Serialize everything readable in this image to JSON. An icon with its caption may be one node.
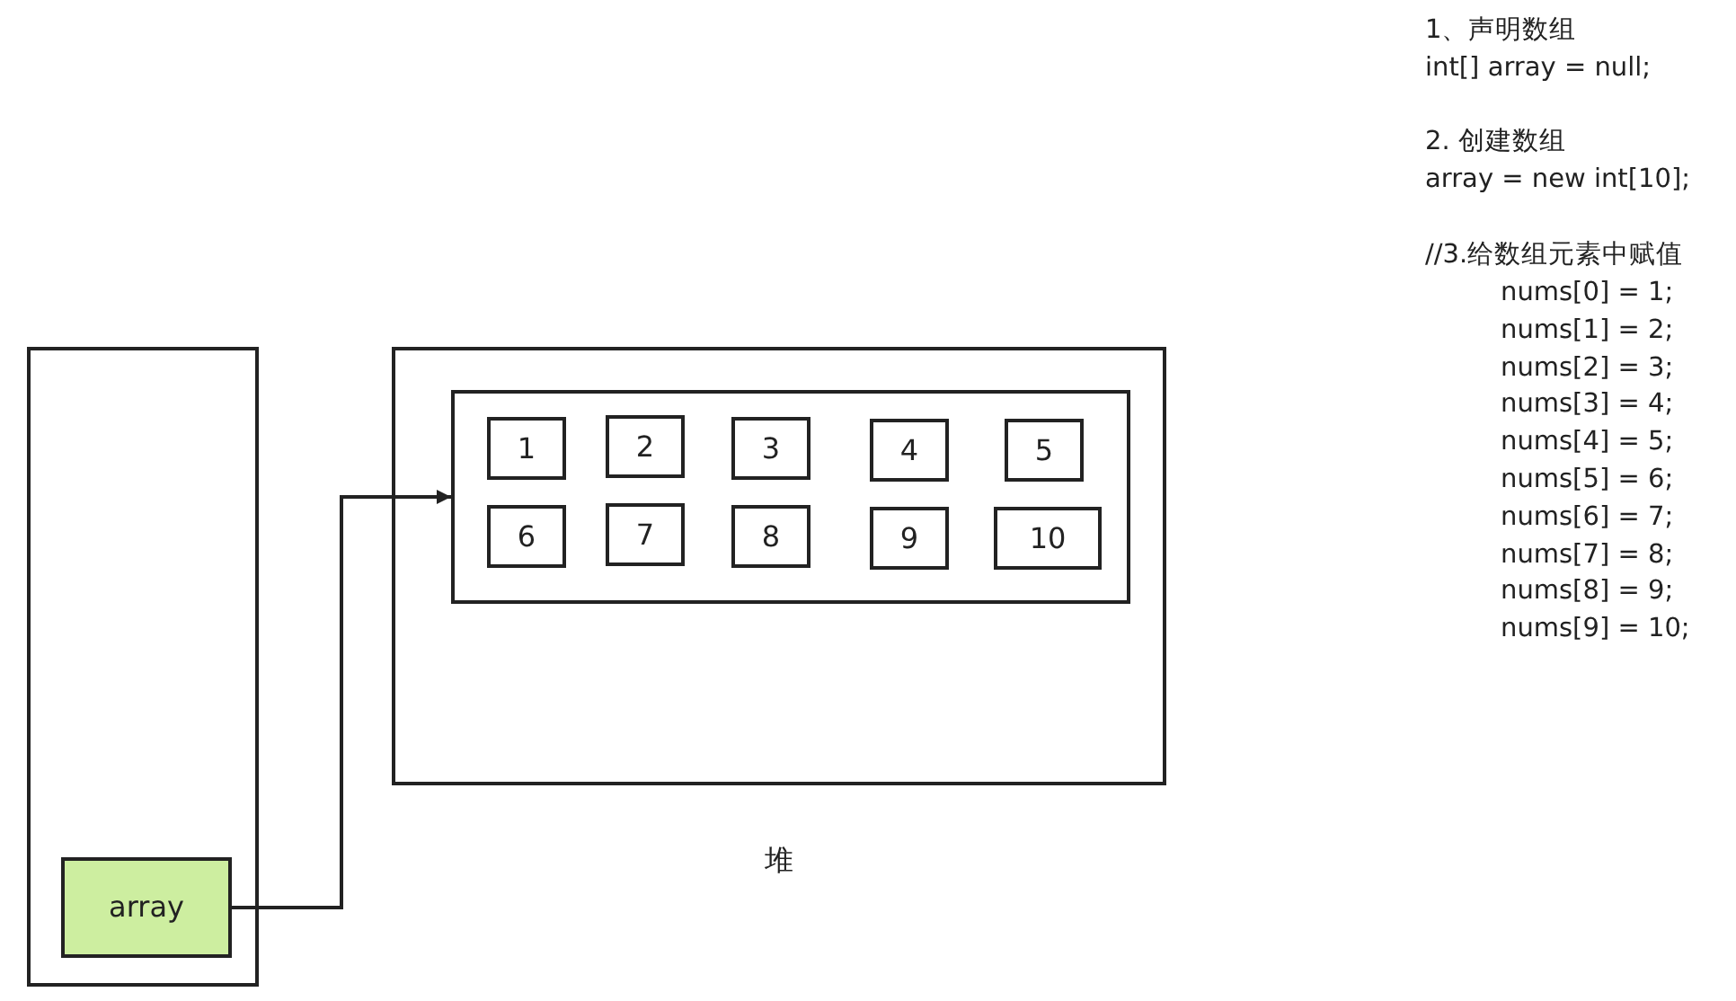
{
  "diagram": {
    "nodes": [
      {
        "text": [],
        "shape": "box"
      },
      {
        "text": [
          "array"
        ],
        "in": 0
      },
      {
        "text": [],
        "shape": "box",
        "beside": [
          "堆"
        ]
      },
      {
        "text": [],
        "shape": "box",
        "in": 2
      },
      {
        "text": [
          "1"
        ],
        "in": 3
      },
      {
        "text": [
          "2"
        ],
        "in": 3
      },
      {
        "text": [
          "3"
        ],
        "in": 3
      },
      {
        "text": [
          "4"
        ],
        "in": 3
      },
      {
        "text": [
          "5"
        ],
        "in": 3
      },
      {
        "text": [
          "6"
        ],
        "in": 3
      },
      {
        "text": [
          "7"
        ],
        "in": 3
      },
      {
        "text": [
          "8"
        ],
        "in": 3
      },
      {
        "text": [
          "9"
        ],
        "in": 3
      },
      {
        "text": [
          "10"
        ],
        "in": 3
      }
    ],
    "edges": [
      {
        "from": 1,
        "to": 3,
        "arrow": "to"
      }
    ],
    "labels": [
      "1、声明数组",
      "int[] array = null;",
      "2. 创建数组",
      "array = new int[10];",
      "//3.给数组元素中赋值",
      "nums[0] = 1;",
      "nums[1] = 2;",
      "nums[2] = 3;",
      "nums[3] = 4;",
      "nums[4] = 5;",
      "nums[5] = 6;",
      "nums[6] = 7;",
      "nums[7] = 8;",
      "nums[8] = 9;",
      "nums[9] = 10;"
    ]
  }
}
